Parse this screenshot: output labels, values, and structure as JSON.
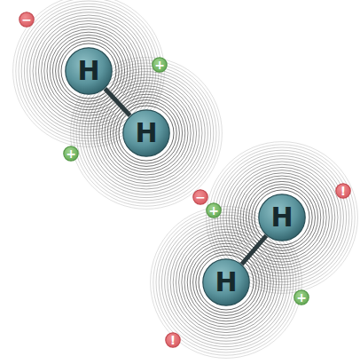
{
  "diagram": {
    "nodes": [
      {
        "text": [
          "−"
        ]
      },
      {
        "text": [
          "H"
        ]
      },
      {
        "text": [
          "+"
        ]
      },
      {
        "text": [
          "H"
        ]
      },
      {
        "text": [
          "+"
        ]
      },
      {
        "text": [
          "!"
        ]
      },
      {
        "text": [
          "−"
        ]
      },
      {
        "text": [
          "+"
        ]
      },
      {
        "text": [
          "H"
        ]
      },
      {
        "text": [
          "H"
        ]
      },
      {
        "text": [
          "+"
        ]
      },
      {
        "text": [
          "!"
        ]
      }
    ],
    "edges": [
      {
        "from": 1,
        "to": 3,
        "arrow": "none"
      },
      {
        "from": 8,
        "to": 9,
        "arrow": "none"
      }
    ]
  }
}
